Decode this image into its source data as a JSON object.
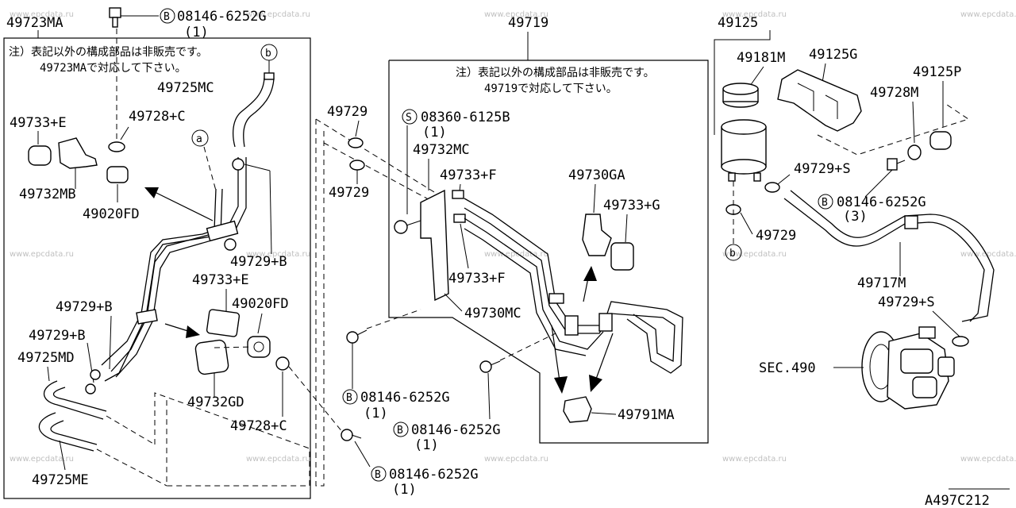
{
  "labels": {
    "p49723ma": "49723MA",
    "bolt_top": "08146-6252G",
    "bolt_top_qty": "(1)",
    "note_left_1": "注）表記以外の構成部品は非販売です。",
    "note_left_2": "49723MAで対応して下さい。",
    "circle_b": "b",
    "circle_a": "a",
    "p49725mc": "49725MC",
    "p49733e_1": "49733+E",
    "p49728c_1": "49728+C",
    "p49732mb": "49732MB",
    "p49020fd_1": "49020FD",
    "p49729b_1": "49729+B",
    "p49733e_2": "49733+E",
    "p49020fd_2": "49020FD",
    "p49729b_2": "49729+B",
    "p49729b_3": "49729+B",
    "p49725md": "49725MD",
    "p49732gd": "49732GD",
    "p49728c_2": "49728+C",
    "p49725me": "49725ME",
    "p49719": "49719",
    "note_mid_1": "注）表記以外の構成部品は非販売です。",
    "note_mid_2": "49719で対応して下さい。",
    "p49729_1": "49729",
    "p49729_2": "49729",
    "screw_s": "08360-6125B",
    "screw_s_qty": "(1)",
    "p49732mc": "49732MC",
    "p49733f_1": "49733+F",
    "p49730ga": "49730GA",
    "p49733g": "49733+G",
    "p49733f_2": "49733+F",
    "p49730mc": "49730MC",
    "bolt_b1": "08146-6252G",
    "bolt_b1_qty": "(1)",
    "bolt_b2": "08146-6252G",
    "bolt_b2_qty": "(1)",
    "bolt_b3": "08146-6252G",
    "bolt_b3_qty": "(1)",
    "p49791ma": "49791MA",
    "p49125": "49125",
    "p49181m": "49181M",
    "p49125g": "49125G",
    "p49125p": "49125P",
    "p49728m": "49728M",
    "p49729s_1": "49729+S",
    "bolt_r": "08146-6252G",
    "bolt_r_qty": "(3)",
    "p49729_3": "49729",
    "p49717m": "49717M",
    "p49729s_2": "49729+S",
    "sec490": "SEC.490",
    "diagram_code": "A497C212",
    "b_symbol": "B",
    "s_symbol": "S",
    "watermark": "www.epcdata.ru"
  }
}
